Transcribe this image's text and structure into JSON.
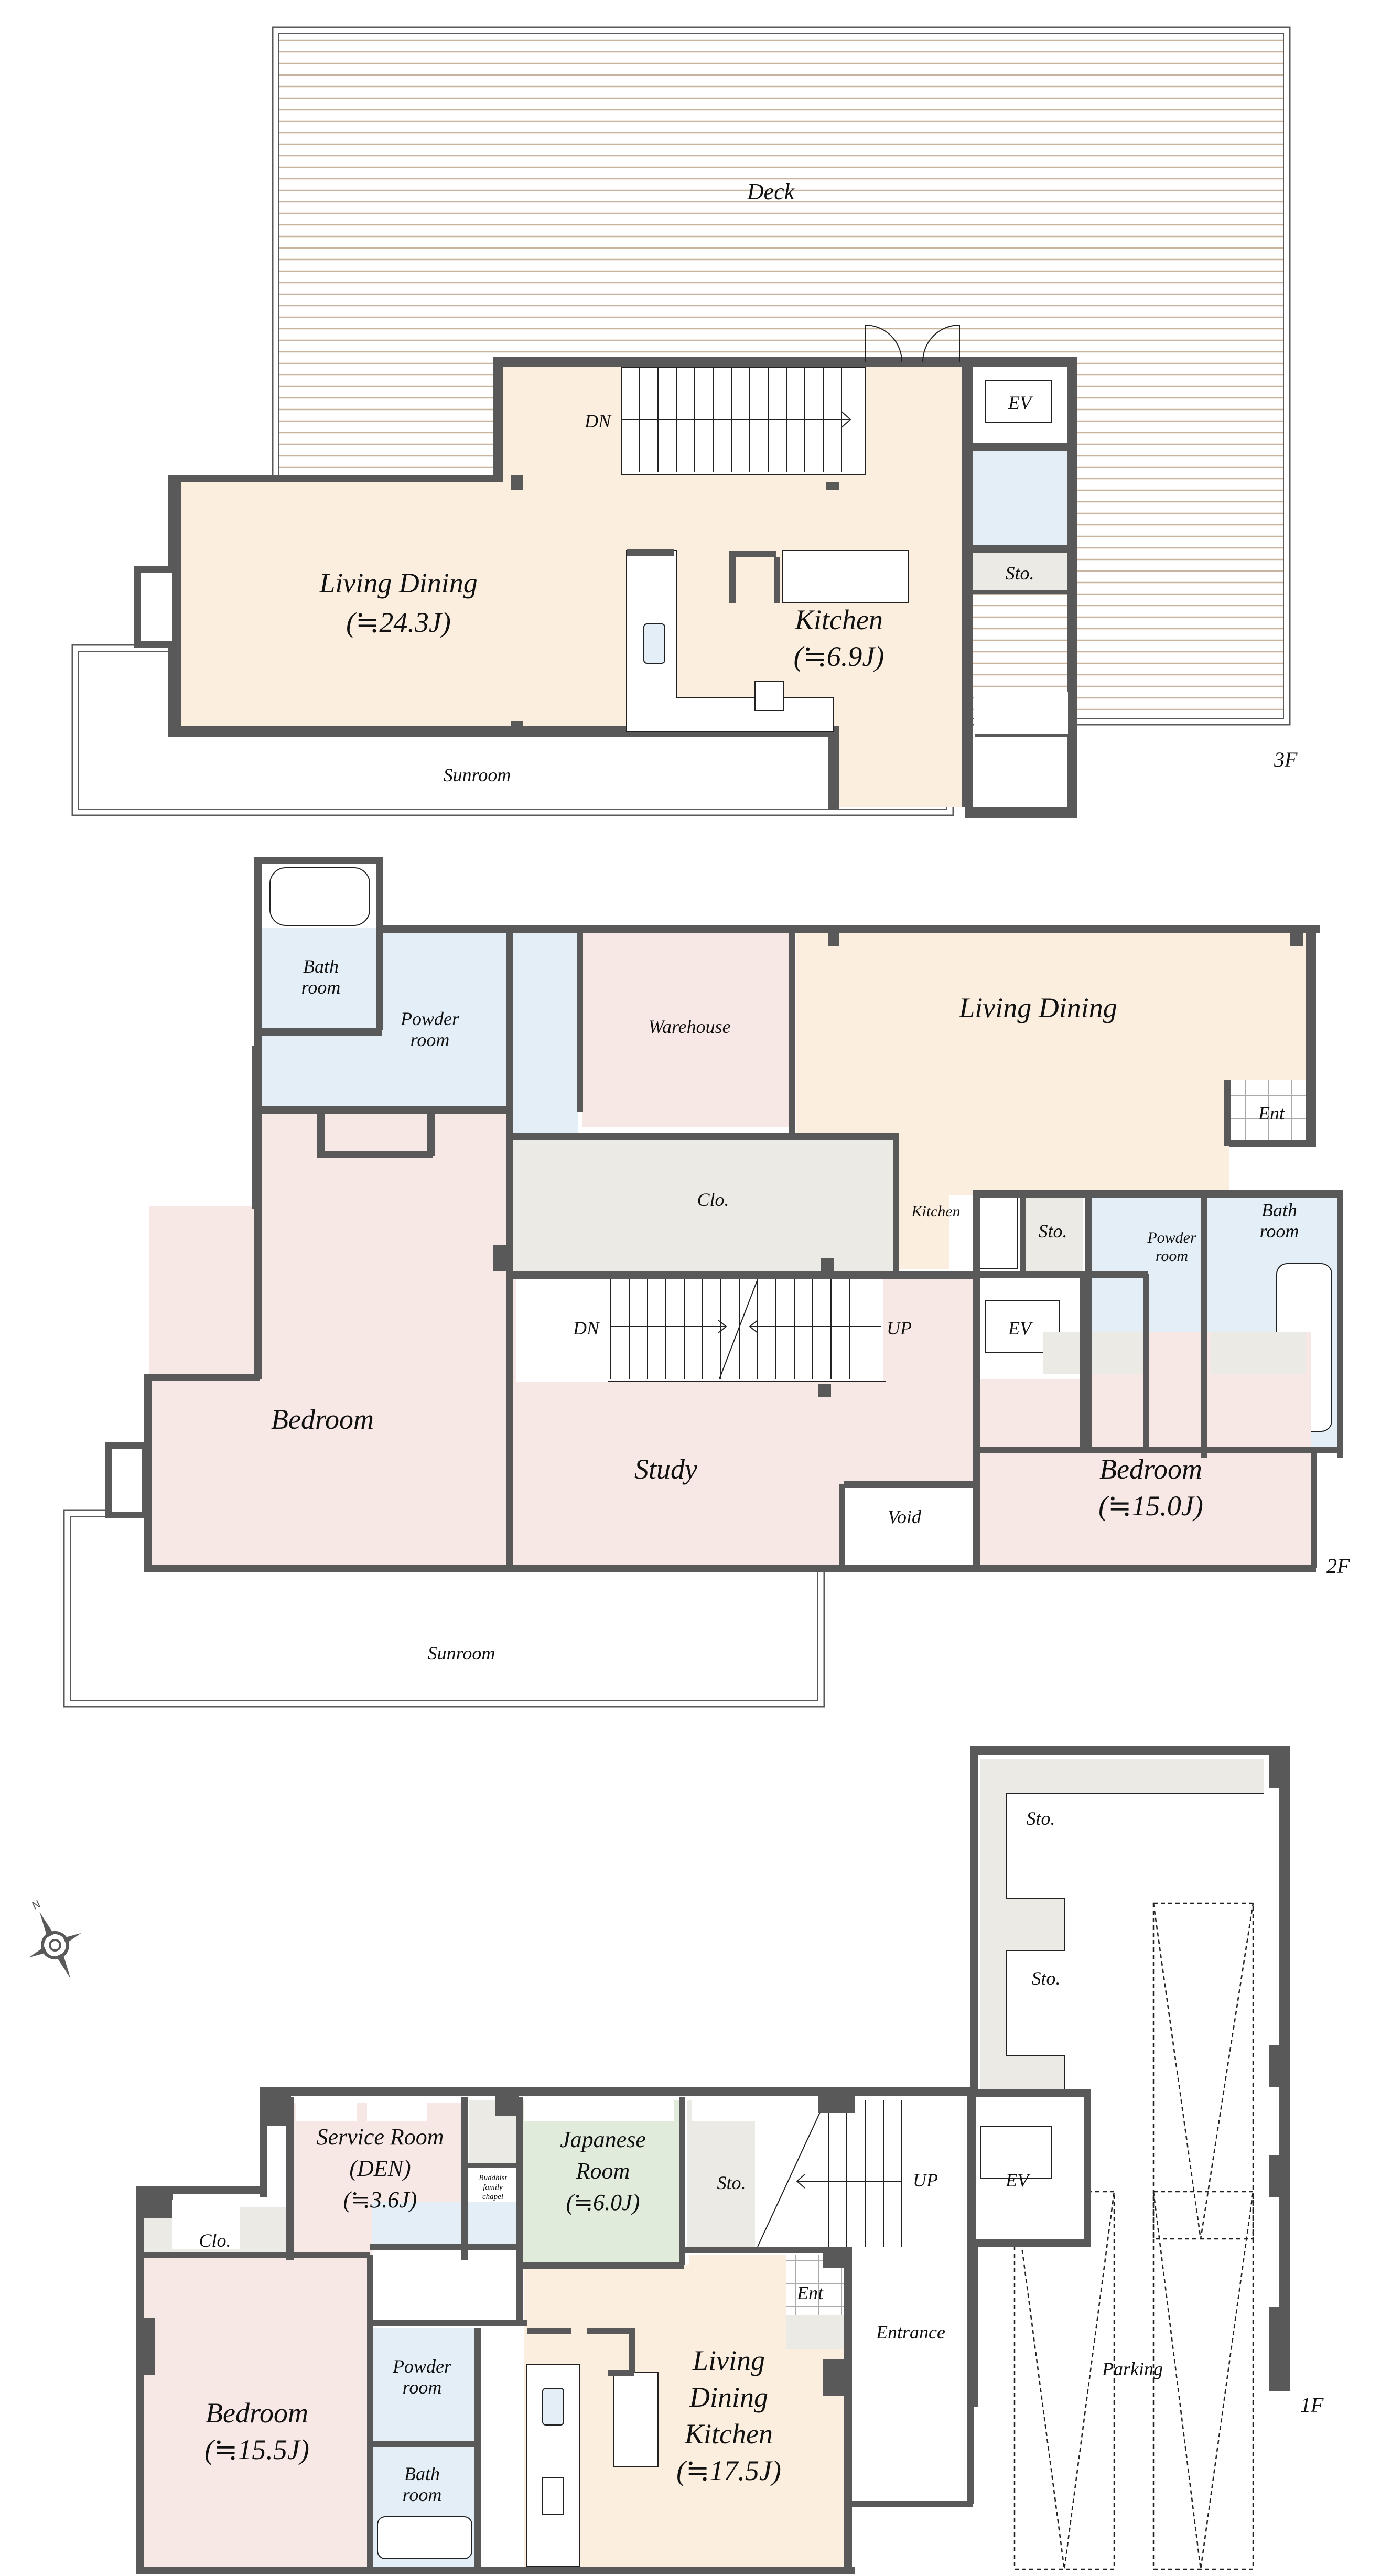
{
  "floors": {
    "third": {
      "label": "3F",
      "rooms": {
        "deck": "Deck",
        "living_dining": "Living Dining",
        "living_dining_area": "(≒24.3J)",
        "kitchen": "Kitchen",
        "kitchen_area": "(≒6.9J)",
        "sunroom": "Sunroom",
        "ev": "EV",
        "sto": "Sto.",
        "stairs": "DN"
      }
    },
    "second": {
      "label": "2F",
      "rooms": {
        "bath_room_l1": "Bath",
        "bath_room_l2": "room",
        "powder_room_l1": "Powder",
        "powder_room_l2": "room",
        "warehouse": "Warehouse",
        "living_dining": "Living Dining",
        "ent": "Ent",
        "clo": "Clo.",
        "kitchen": "Kitchen",
        "sto": "Sto.",
        "powder_room2_l1": "Powder",
        "powder_room2_l2": "room",
        "bath_room2_l1": "Bath",
        "bath_room2_l2": "room",
        "stairs_dn": "DN",
        "stairs_up": "UP",
        "ev": "EV",
        "bedroom_left": "Bedroom",
        "study": "Study",
        "void": "Void",
        "bedroom_right": "Bedroom",
        "bedroom_right_area": "(≒15.0J)",
        "sunroom": "Sunroom"
      }
    },
    "first": {
      "label": "1F",
      "rooms": {
        "sto_top": "Sto.",
        "sto_mid": "Sto.",
        "service_room_l1": "Service Room",
        "service_room_l2": "(DEN)",
        "service_room_area": "(≒3.6J)",
        "buddhist_l1": "Buddhist",
        "buddhist_l2": "family",
        "buddhist_l3": "chapel",
        "japanese_l1": "Japanese",
        "japanese_l2": "Room",
        "japanese_area": "(≒6.0J)",
        "sto_stair": "Sto.",
        "stairs_up": "UP",
        "ev": "EV",
        "clo": "Clo.",
        "ent": "Ent",
        "entrance": "Entrance",
        "parking": "Parking",
        "bedroom": "Bedroom",
        "bedroom_area": "(≒15.5J)",
        "powder_l1": "Powder",
        "powder_l2": "room",
        "bath_l1": "Bath",
        "bath_l2": "room",
        "ldk_l1": "Living",
        "ldk_l2": "Dining",
        "ldk_l3": "Kitchen",
        "ldk_area": "(≒17.5J)"
      }
    }
  },
  "compass": {
    "label": "N"
  },
  "colors": {
    "wall": "#595959",
    "living": "#FBEEDF",
    "bedroom": "#F8E8E5",
    "wet": "#E3EEF6",
    "storage": "#ECEAE5",
    "japanese": "#E0EBDC",
    "deck_stripe": "#C9B49E"
  }
}
